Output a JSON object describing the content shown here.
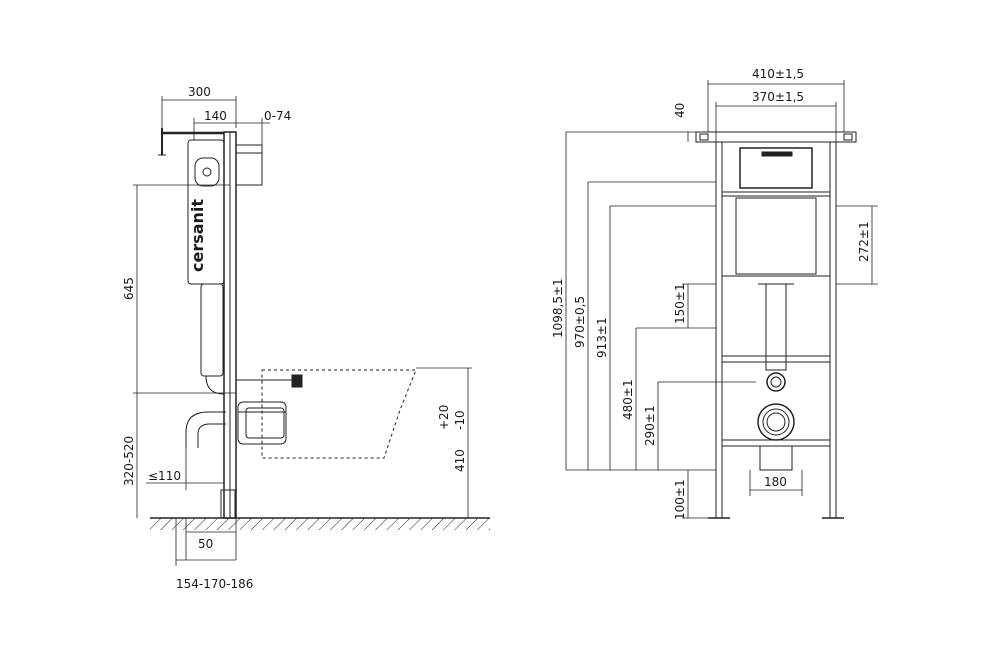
{
  "side_view": {
    "brand": "cersanit",
    "dims": {
      "width_total": "300",
      "depth_frame": "140",
      "depth_adjust": "0-74",
      "height_flush": "645",
      "height_drain": "320-520",
      "drain_offset": "≤110",
      "floor_offset": "50",
      "wall_range": "154-170-186",
      "bowl_height": "410",
      "bowl_tol_plus": "+20",
      "bowl_tol_minus": "-10"
    }
  },
  "front_view": {
    "dims": {
      "outer_width": "410±1,5",
      "inner_width": "370±1,5",
      "top_offset": "40",
      "total_height": "1098,5±1",
      "h970": "970±0,5",
      "h913": "913±1",
      "h480": "480±1",
      "h290": "290±1",
      "h272": "272±1",
      "h150": "150±1",
      "h100": "100±1",
      "drain_width": "180"
    }
  }
}
